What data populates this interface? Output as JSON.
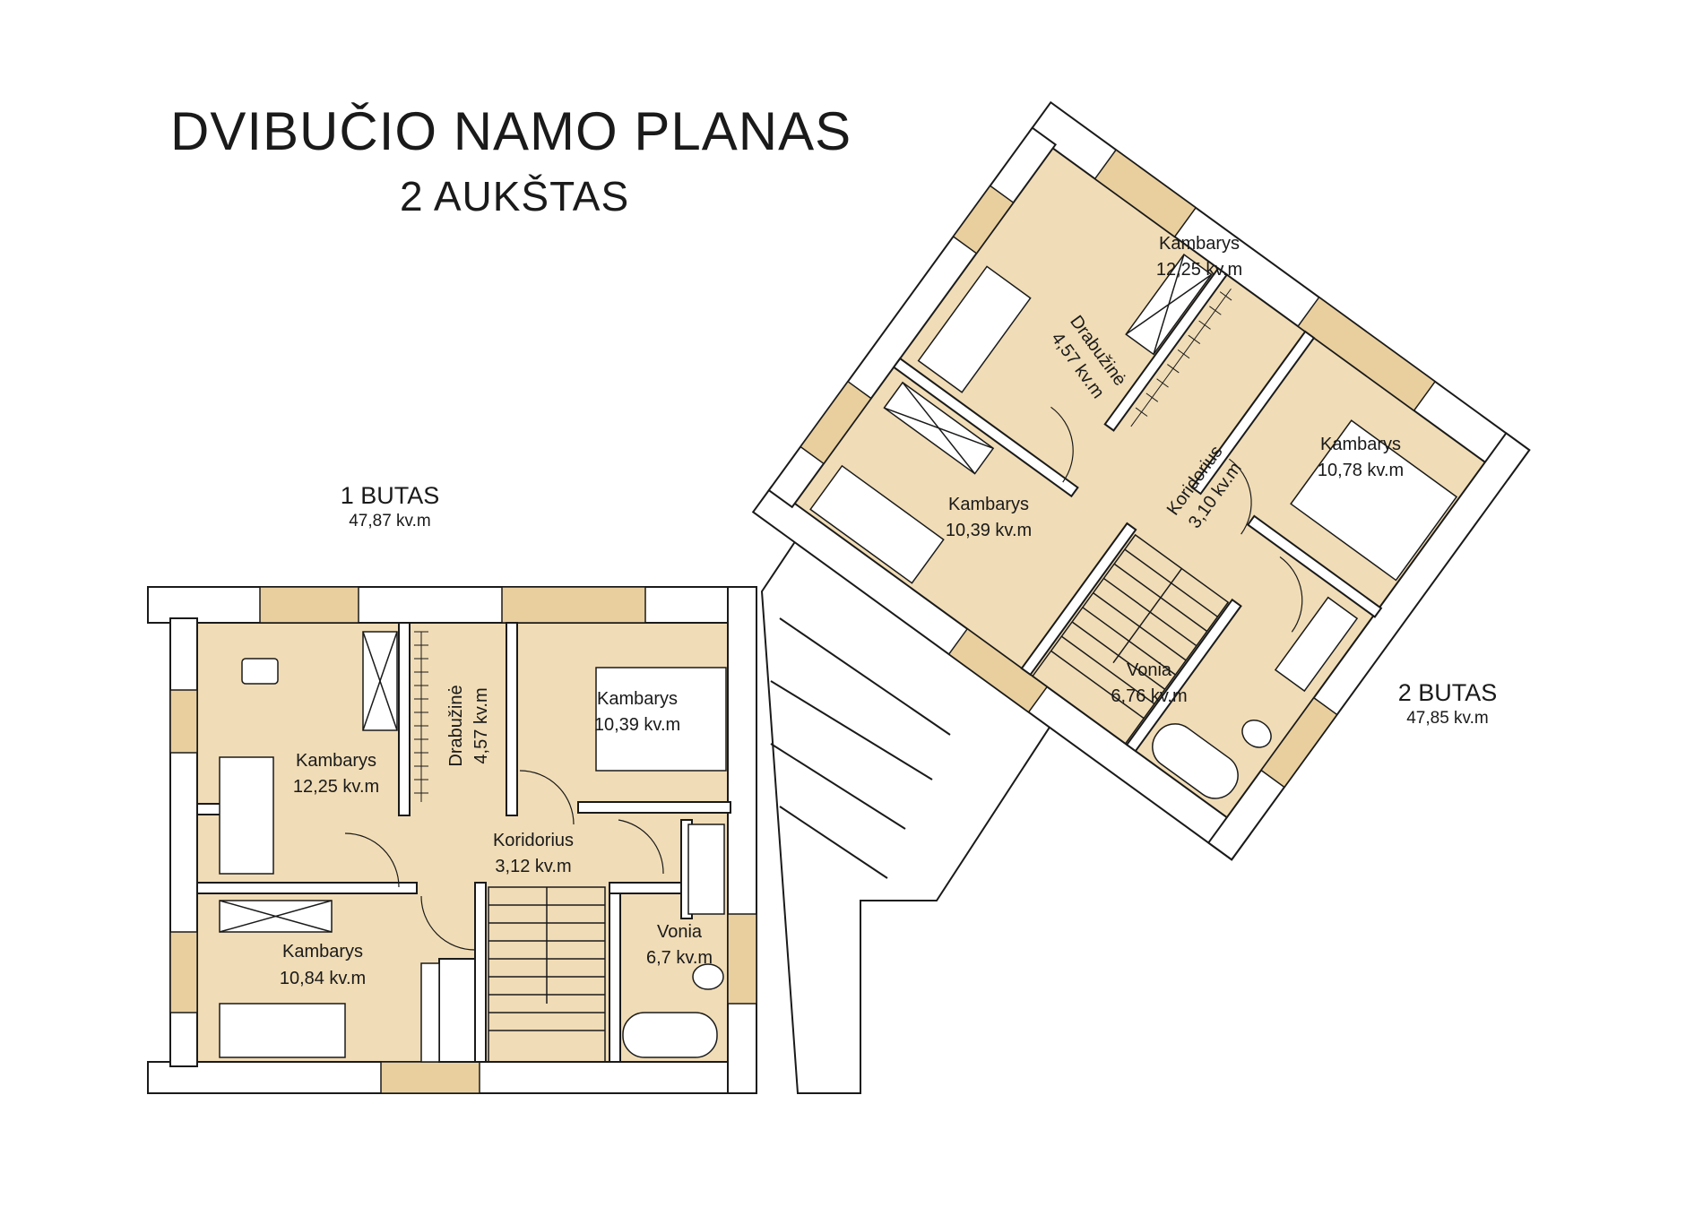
{
  "header": {
    "title": "DVIBUČIO NAMO PLANAS",
    "subtitle": "2 AUKŠTAS"
  },
  "units": [
    {
      "name": "1 BUTAS",
      "area": "47,87 kv.m"
    },
    {
      "name": "2 BUTAS",
      "area": "47,85 kv.m"
    }
  ],
  "rooms_unit1": [
    {
      "name": "Kambarys",
      "area": "12,25 kv.m"
    },
    {
      "name": "Drabužinė",
      "area": "4,57 kv.m"
    },
    {
      "name": "Kambarys",
      "area": "10,39 kv.m"
    },
    {
      "name": "Koridorius",
      "area": "3,12 kv.m"
    },
    {
      "name": "Kambarys",
      "area": "10,84 kv.m"
    },
    {
      "name": "Vonia",
      "area": "6,7 kv.m"
    }
  ],
  "rooms_unit2": [
    {
      "name": "Kambarys",
      "area": "12,25 kv.m"
    },
    {
      "name": "Drabužinė",
      "area": "4,57 kv.m"
    },
    {
      "name": "Kambarys",
      "area": "10,78 kv.m"
    },
    {
      "name": "Kambarys",
      "area": "10,39 kv.m"
    },
    {
      "name": "Koridorius",
      "area": "3,10 kv.m"
    },
    {
      "name": "Vonia",
      "area": "6,76 kv.m"
    }
  ],
  "colors": {
    "floor": "#f0dcb6",
    "wall": "#ffffff",
    "wall_stroke": "#1a1a1a",
    "window": "#e9cf9e"
  }
}
